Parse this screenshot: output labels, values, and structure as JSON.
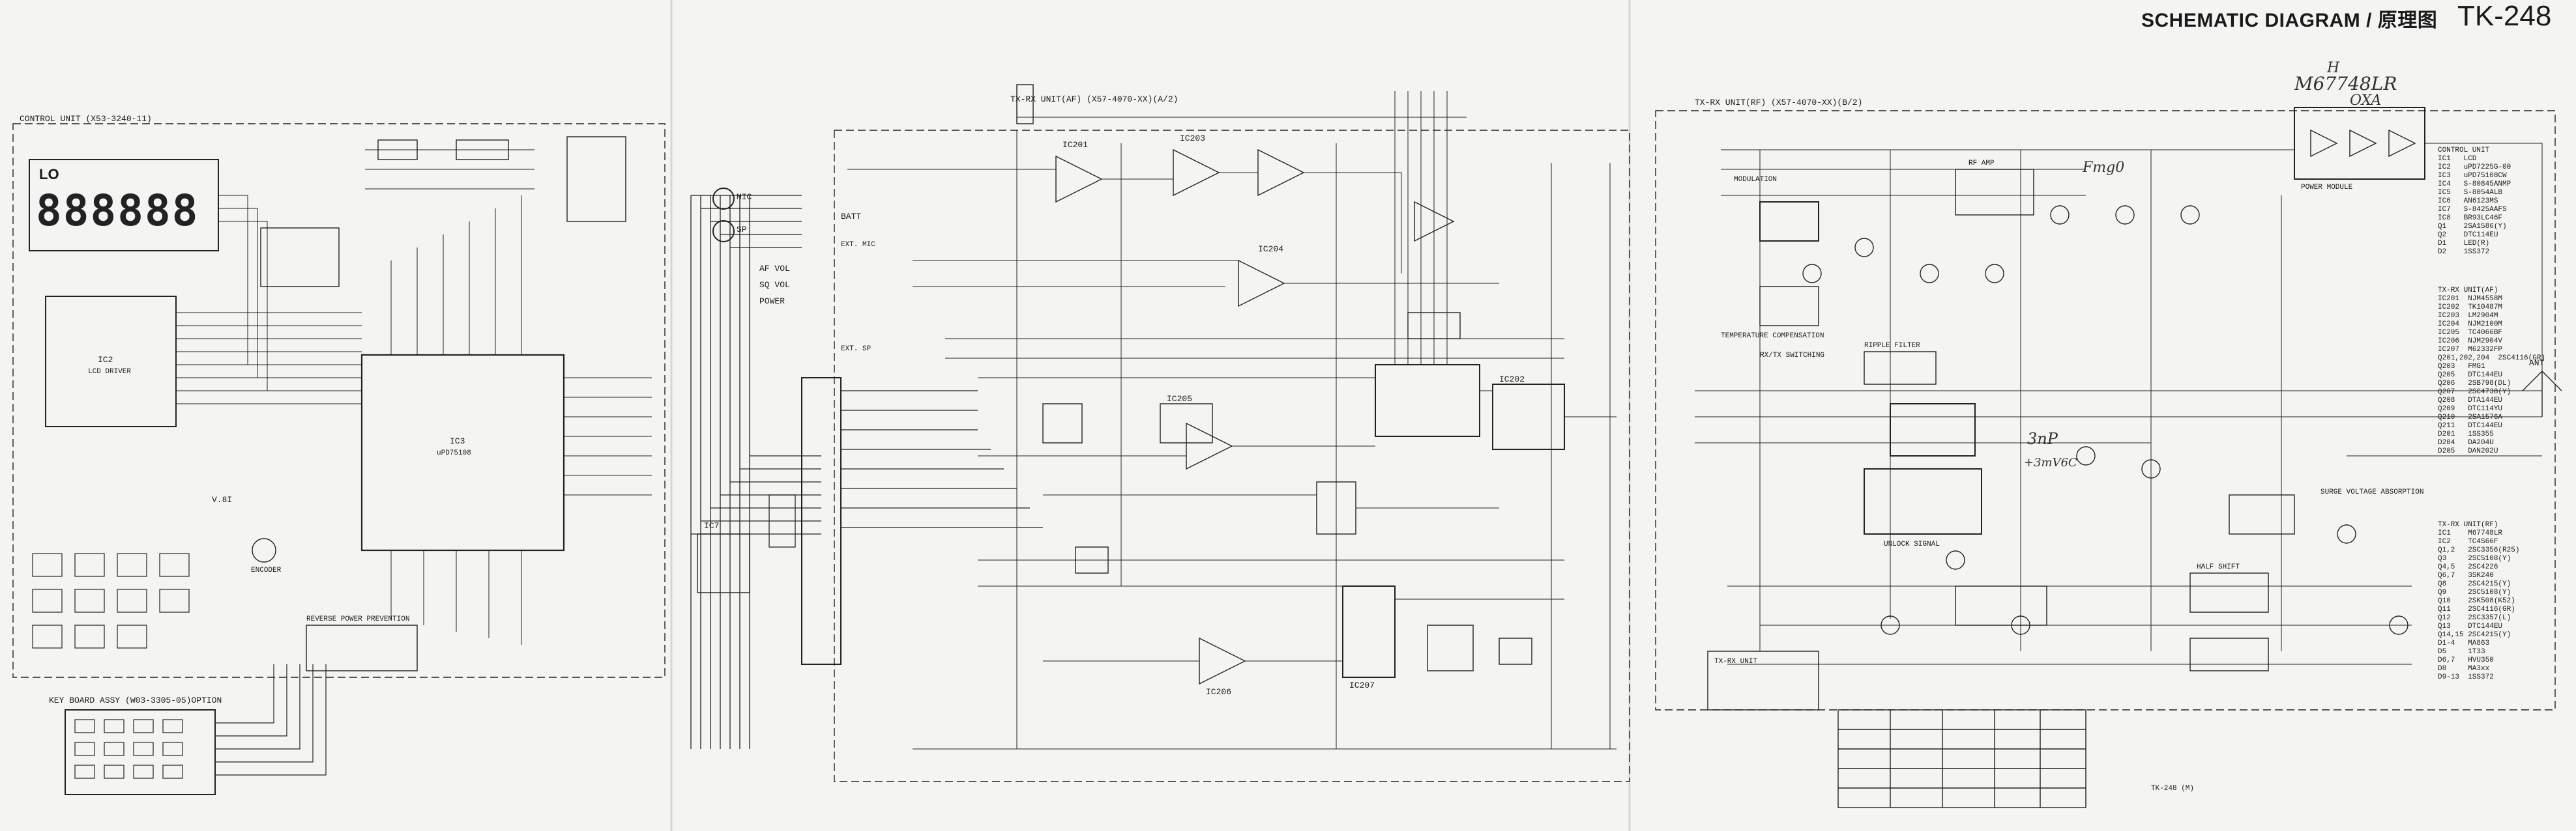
{
  "header": {
    "title": "SCHEMATIC DIAGRAM / 原理图",
    "model": "TK-248"
  },
  "handwritten": {
    "part_h": "H",
    "part_number": "M67748LR",
    "part_suffix": "OXA",
    "note_freq": "Fmg0",
    "note_cap": "3nP",
    "note_cap2": "+3mV6C"
  },
  "lcd": {
    "lo": "LO",
    "digits": "888888"
  },
  "boards": {
    "control": "CONTROL UNIT (X53-3240-11)",
    "keyboard": "KEY BOARD ASSY (W03-3305-05)OPTION",
    "txrx_af": "TX-RX UNIT(AF) (X57-4070-XX)(A/2)",
    "txrx_rf": "TX-RX UNIT(RF) (X57-4070-XX)(B/2)"
  },
  "stamps": {
    "bottom_right": "TK-248 (M)"
  },
  "parts_lists": {
    "control_unit": "CONTROL UNIT\nIC1   LCD\nIC2   uPD7225G-00\nIC3   uPD75108CW\nIC4   S-80845ANMP\nIC5   S-8054ALB\nIC6   AN6123MS\nIC7   S-8425AAFS\nIC8   BR93LC46F\nQ1    2SA1586(Y)\nQ2    DTC114EU\nD1    LED(R)\nD2    1SS372",
    "txrx_unit": "TX-RX UNIT(AF)\nIC201  NJM4558M\nIC202  TK10487M\nIC203  LM2904M\nIC204  NJM2100M\nIC205  TC4066BF\nIC206  NJM2904V\nIC207  M62332FP\nQ201,202,204  2SC4116(GR)\nQ203   FMG1\nQ205   DTC144EU\nQ206   2SB798(DL)\nQ207   2SC4738(Y)\nQ208   DTA144EU\nQ209   DTC114YU\nQ210   2SA1576A\nQ211   DTC144EU\nD201   1SS355\nD204   DA204U\nD205   DAN202U",
    "tx_rx_rf": "TX-RX UNIT(RF)\nIC1    M67748LR\nIC2    TC4S66F\nQ1,2   2SC3356(R25)\nQ3     2SC5108(Y)\nQ4,5   2SC4226\nQ6,7   3SK240\nQ8     2SC4215(Y)\nQ9     2SC5108(Y)\nQ10    2SK508(K52)\nQ11    2SC4116(GR)\nQ12    2SC3357(L)\nQ13    DTC144EU\nQ14,15 2SC4215(Y)\nD1-4   MA863\nD5     1T33\nD6,7   HVU350\nD8     MA3xx\nD9-13  1SS372"
  },
  "labels": {
    "ic2": "IC2",
    "ic2_desc": "LCD DRIVER",
    "ic3": "IC3",
    "ic3_desc": "uPD75108",
    "ic7": "IC7",
    "encoder": "ENCODER",
    "v8i": "V.8I",
    "reverse": "REVERSE POWER PREVENTION",
    "mic": "MIC",
    "sp": "SP",
    "batt": "BATT",
    "ext_mic": "EXT. MIC",
    "ext_sp": "EXT. SP",
    "af_vol": "AF VOL",
    "sq_vol": "SQ VOL",
    "power": "POWER",
    "ic201": "IC201",
    "ic202": "IC202",
    "ic203": "IC203",
    "ic204": "IC204",
    "ic205": "IC205",
    "ic206": "IC206",
    "ic207": "IC207",
    "modulation": "MODULATION",
    "ripple": "RIPPLE FILTER",
    "temp": "TEMPERATURE COMPENSATION",
    "rx_switch": "RX/TX SWITCHING",
    "unlock": "UNLOCK SIGNAL",
    "half_shift": "HALF SHIFT",
    "rf_amp": "RF AMP",
    "power_module": "POWER MODULE",
    "surge": "SURGE VOLTAGE ABSORPTION",
    "ant": "ANT",
    "tx_rx_ic": "TX-RX UNIT"
  }
}
